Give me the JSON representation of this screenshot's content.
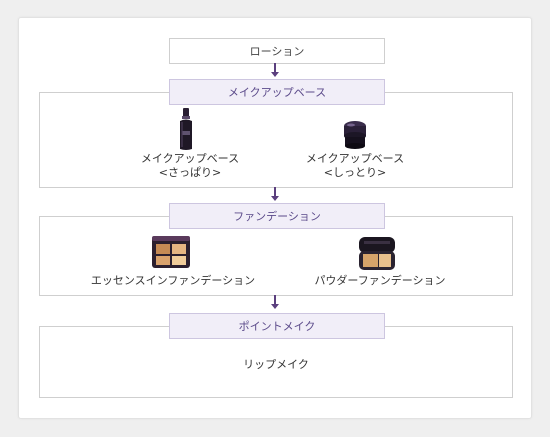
{
  "steps": {
    "lotion": "ローション",
    "makeup_base": {
      "label": "メイクアップベース",
      "products": [
        {
          "name": "メイクアップベース",
          "variant": "<さっぱり>"
        },
        {
          "name": "メイクアップベース",
          "variant": "<しっとり>"
        }
      ]
    },
    "foundation": {
      "label": "ファンデーション",
      "products": [
        {
          "name": "エッセンスインファンデーション"
        },
        {
          "name": "パウダーファンデーション"
        }
      ]
    },
    "point_makeup": {
      "label": "ポイントメイク",
      "item": "リップメイク"
    }
  },
  "colors": {
    "accent": "#5b3f7e",
    "label_bg": "#f1eef8",
    "label_text": "#5b4a8a",
    "border": "#cfcfcf"
  }
}
